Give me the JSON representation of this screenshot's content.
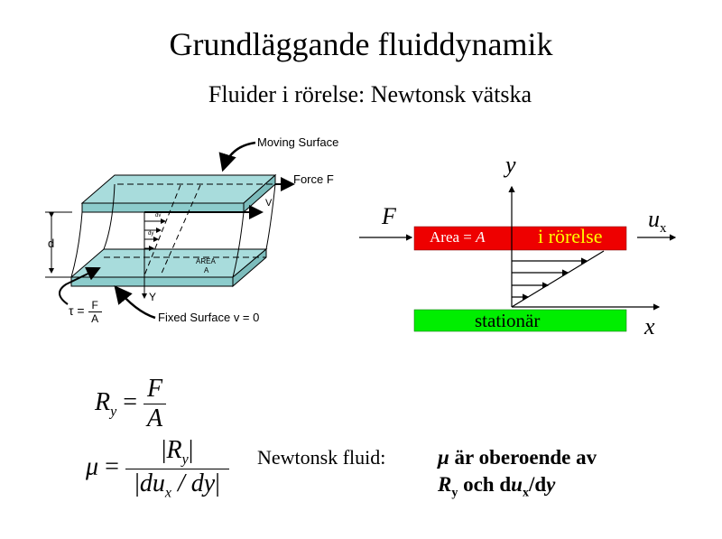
{
  "title": "Grundläggande fluiddynamik",
  "subtitle": "Fluider i rörelse: Newtonsk vätska",
  "left_diagram": {
    "moving_surface": "Moving Surface",
    "force": "Force F",
    "v": "V",
    "d": "d",
    "dv": "dv",
    "dy": "dy",
    "area": "AREA",
    "area_symbol": "A",
    "y_axis": "Y",
    "tau": "τ =",
    "tau_num": "F",
    "tau_den": "A",
    "fixed_surface": "Fixed Surface  v = 0",
    "slab_color": "#a8dcdc"
  },
  "right_diagram": {
    "y_label": "y",
    "x_label": "x",
    "force_label": "F",
    "velocity_label": "u",
    "velocity_sub": "x",
    "area_text": "Area = ",
    "area_symbol": "A",
    "moving_label": "i rörelse",
    "stationary_label": "stationär",
    "moving_color": "#ee0000",
    "moving_text_color": "#ffff00",
    "stationary_color": "#00ee00"
  },
  "equations": {
    "ry_lhs": "R",
    "ry_sub": "y",
    "equals": "=",
    "ry_num": "F",
    "ry_den": "A",
    "mu": "μ",
    "mu_num_R": "R",
    "mu_num_sub": "y",
    "mu_den_du": "du",
    "mu_den_sub": "x",
    "mu_den_rest": " / dy"
  },
  "statement": {
    "label": "Newtonsk fluid:",
    "line1_mu": "μ",
    "line1_rest": " är oberoende av",
    "line2_R": "R",
    "line2_Rsub": "y",
    "line2_mid": " och d",
    "line2_u": "u",
    "line2_usub": "x",
    "line2_end": "/d",
    "line2_y": "y"
  }
}
